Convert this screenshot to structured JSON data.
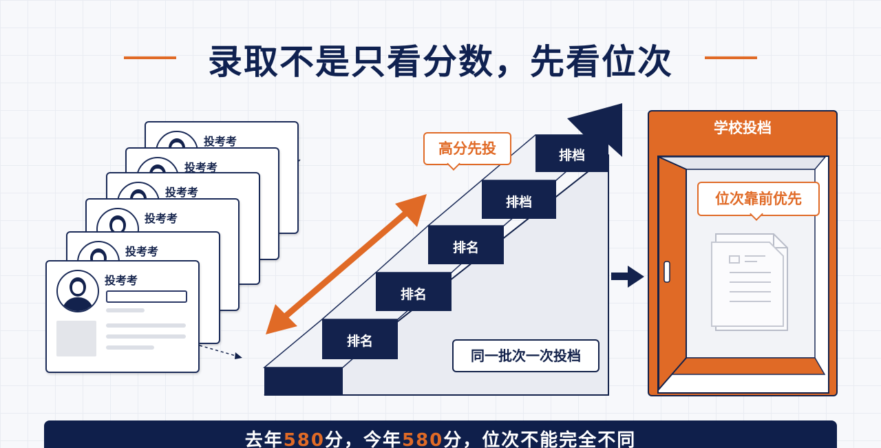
{
  "title": "录取不是只看分数，先看位次",
  "card_title": "投考考",
  "steps": [
    "排名",
    "排名",
    "排名",
    "排档",
    "排档"
  ],
  "bubble_high_score": "高分先投",
  "batch_label": "同一批次一次投档",
  "school_title": "学校投档",
  "bubble_priority": "位次靠前优先",
  "banner": {
    "part1": "去年",
    "num1": "580",
    "part2": "分，今年",
    "num2": "580",
    "part3": "分，位次不能完全不同"
  },
  "colors": {
    "navy": "#0f2150",
    "orange": "#e06a26",
    "bg": "#f7f8fb"
  }
}
